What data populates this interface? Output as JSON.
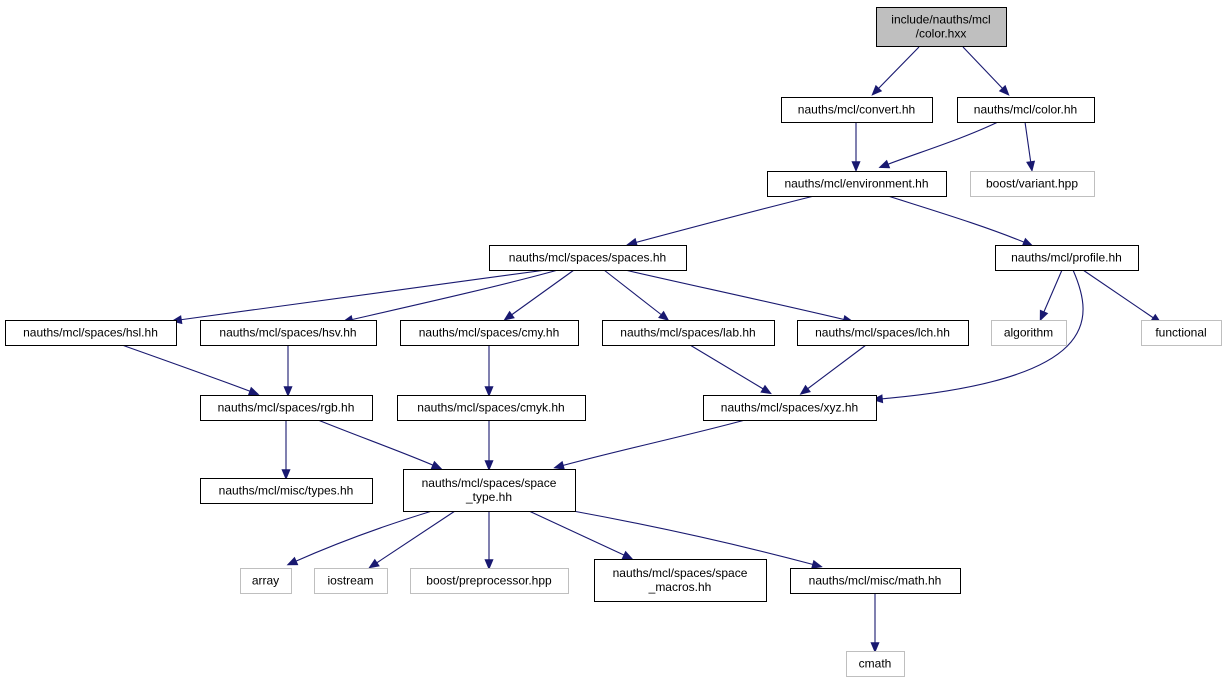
{
  "graph": {
    "nodes": [
      {
        "id": "root",
        "kind": "root",
        "lines": [
          "include/nauths/mcl",
          "/color.hxx"
        ]
      },
      {
        "id": "convert",
        "kind": "internal",
        "lines": [
          "nauths/mcl/convert.hh"
        ]
      },
      {
        "id": "color",
        "kind": "internal",
        "lines": [
          "nauths/mcl/color.hh"
        ]
      },
      {
        "id": "environment",
        "kind": "internal",
        "lines": [
          "nauths/mcl/environment.hh"
        ]
      },
      {
        "id": "variant",
        "kind": "external",
        "lines": [
          "boost/variant.hpp"
        ]
      },
      {
        "id": "spaces",
        "kind": "internal",
        "lines": [
          "nauths/mcl/spaces/spaces.hh"
        ]
      },
      {
        "id": "profile",
        "kind": "internal",
        "lines": [
          "nauths/mcl/profile.hh"
        ]
      },
      {
        "id": "hsl",
        "kind": "internal",
        "lines": [
          "nauths/mcl/spaces/hsl.hh"
        ]
      },
      {
        "id": "hsv",
        "kind": "internal",
        "lines": [
          "nauths/mcl/spaces/hsv.hh"
        ]
      },
      {
        "id": "cmy",
        "kind": "internal",
        "lines": [
          "nauths/mcl/spaces/cmy.hh"
        ]
      },
      {
        "id": "lab",
        "kind": "internal",
        "lines": [
          "nauths/mcl/spaces/lab.hh"
        ]
      },
      {
        "id": "lch",
        "kind": "internal",
        "lines": [
          "nauths/mcl/spaces/lch.hh"
        ]
      },
      {
        "id": "algorithm",
        "kind": "external",
        "lines": [
          "algorithm"
        ]
      },
      {
        "id": "functional",
        "kind": "external",
        "lines": [
          "functional"
        ]
      },
      {
        "id": "rgb",
        "kind": "internal",
        "lines": [
          "nauths/mcl/spaces/rgb.hh"
        ]
      },
      {
        "id": "cmyk",
        "kind": "internal",
        "lines": [
          "nauths/mcl/spaces/cmyk.hh"
        ]
      },
      {
        "id": "xyz",
        "kind": "internal",
        "lines": [
          "nauths/mcl/spaces/xyz.hh"
        ]
      },
      {
        "id": "types",
        "kind": "internal",
        "lines": [
          "nauths/mcl/misc/types.hh"
        ]
      },
      {
        "id": "space_type",
        "kind": "internal",
        "lines": [
          "nauths/mcl/spaces/space",
          "_type.hh"
        ]
      },
      {
        "id": "array",
        "kind": "external",
        "lines": [
          "array"
        ]
      },
      {
        "id": "iostream",
        "kind": "external",
        "lines": [
          "iostream"
        ]
      },
      {
        "id": "preprocessor",
        "kind": "external",
        "lines": [
          "boost/preprocessor.hpp"
        ]
      },
      {
        "id": "space_macros",
        "kind": "internal",
        "lines": [
          "nauths/mcl/spaces/space",
          "_macros.hh"
        ]
      },
      {
        "id": "math",
        "kind": "internal",
        "lines": [
          "nauths/mcl/misc/math.hh"
        ]
      },
      {
        "id": "cmath",
        "kind": "external",
        "lines": [
          "cmath"
        ]
      }
    ],
    "edges": [
      [
        "root",
        "convert"
      ],
      [
        "root",
        "color"
      ],
      [
        "convert",
        "environment"
      ],
      [
        "color",
        "environment"
      ],
      [
        "color",
        "variant"
      ],
      [
        "environment",
        "spaces"
      ],
      [
        "environment",
        "profile"
      ],
      [
        "spaces",
        "hsl"
      ],
      [
        "spaces",
        "hsv"
      ],
      [
        "spaces",
        "cmy"
      ],
      [
        "spaces",
        "lab"
      ],
      [
        "spaces",
        "lch"
      ],
      [
        "profile",
        "algorithm"
      ],
      [
        "profile",
        "functional"
      ],
      [
        "profile",
        "xyz"
      ],
      [
        "hsl",
        "rgb"
      ],
      [
        "hsv",
        "rgb"
      ],
      [
        "cmy",
        "cmyk"
      ],
      [
        "lab",
        "xyz"
      ],
      [
        "lch",
        "xyz"
      ],
      [
        "rgb",
        "types"
      ],
      [
        "rgb",
        "space_type"
      ],
      [
        "cmyk",
        "space_type"
      ],
      [
        "xyz",
        "space_type"
      ],
      [
        "space_type",
        "array"
      ],
      [
        "space_type",
        "iostream"
      ],
      [
        "space_type",
        "preprocessor"
      ],
      [
        "space_type",
        "space_macros"
      ],
      [
        "space_type",
        "math"
      ],
      [
        "math",
        "cmath"
      ]
    ]
  }
}
